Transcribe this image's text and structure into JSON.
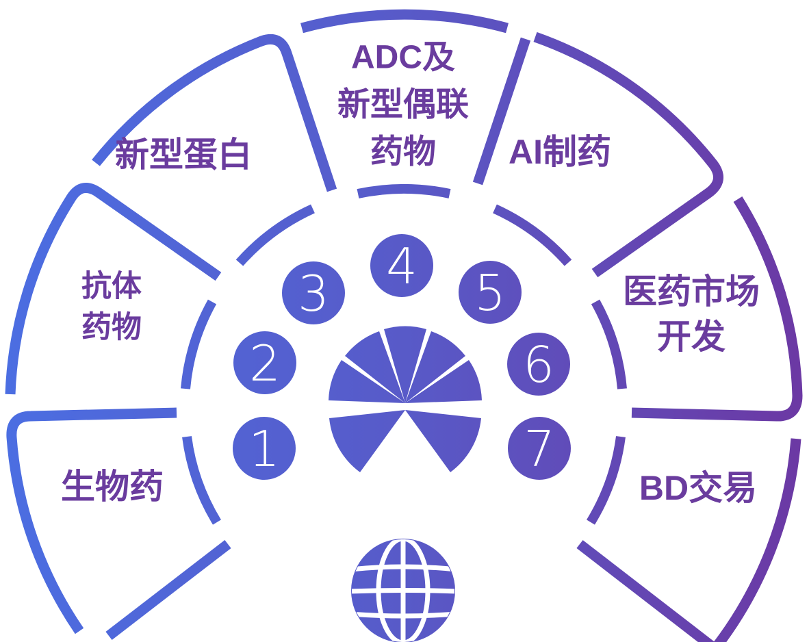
{
  "diagram": {
    "type": "radial-fan-infographic",
    "segments": [
      {
        "number": "1",
        "label": "生物药",
        "lines": [
          "生物药"
        ]
      },
      {
        "number": "2",
        "label": "抗体药物",
        "lines": [
          "抗体",
          "药物"
        ]
      },
      {
        "number": "3",
        "label": "新型蛋白",
        "lines": [
          "新型蛋白"
        ]
      },
      {
        "number": "4",
        "label": "ADC及新型偶联药物",
        "lines": [
          "ADC及",
          "新型偶联",
          "药物"
        ]
      },
      {
        "number": "5",
        "label": "AI制药",
        "lines": [
          "AI制药"
        ]
      },
      {
        "number": "6",
        "label": "医药市场开发",
        "lines": [
          "医药市场",
          "开发"
        ]
      },
      {
        "number": "7",
        "label": "BD交易",
        "lines": [
          "BD交易"
        ]
      }
    ],
    "icons": {
      "center": "fan-icon",
      "bottom": "globe-icon"
    },
    "colors": {
      "gradient_left": "#4B6EE2",
      "gradient_mid": "#585AC8",
      "gradient_right": "#6C38A3",
      "label_text": "#6A3C9E",
      "number_text": "#FFFFFF",
      "background": "#FFFFFF"
    }
  }
}
